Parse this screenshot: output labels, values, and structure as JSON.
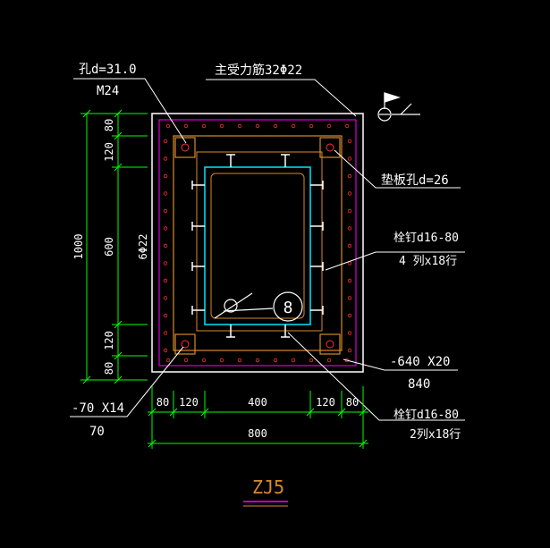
{
  "title": "ZJ5",
  "colors": {
    "background": "#000000",
    "outline": "#ffffff",
    "dimension": "#00ff00",
    "magenta": "#ff00ff",
    "orange": "#d98a2b",
    "cyan": "#00e5ff",
    "red": "#ff3030",
    "text": "#ffffff"
  },
  "annotations": {
    "hole_diameter": "孔d=31.0",
    "bolt_size": "M24",
    "main_rebar": "主受力筋32Φ22",
    "washer_hole": "垫板孔d=26",
    "studs_side": "栓钉d16-80",
    "studs_side_layout": "4 列x18行",
    "plate_thickness": "-640 X20",
    "plate_width": "840",
    "stiffener": "-70 X14",
    "stiffener_length": "70",
    "studs_bottom": "栓钉d16-80",
    "studs_bottom_layout": "2列x18行",
    "side_rebar": "6Φ22",
    "bubble_number": "8"
  },
  "dimensions": {
    "vertical_total": "1000",
    "vertical_segments": [
      "80",
      "120",
      "600",
      "120",
      "80"
    ],
    "horizontal_total": "800",
    "horizontal_segments": [
      "80",
      "120",
      "400",
      "120",
      "80"
    ]
  }
}
